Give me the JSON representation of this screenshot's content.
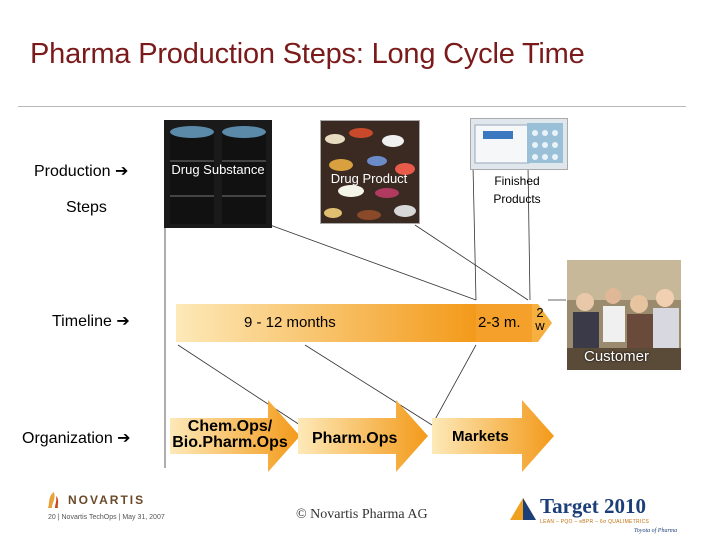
{
  "title": "Pharma Production Steps: Long Cycle Time",
  "rows": {
    "production_label": "Production",
    "steps_label": "Steps",
    "timeline_label": "Timeline",
    "organization_label": "Organization",
    "arrow_glyph": "➔"
  },
  "stages": {
    "drug_substance": "Drug Substance",
    "drug_product": "Drug Product",
    "finished_products": "Finished Products",
    "customer": "Customer"
  },
  "timeline": {
    "segment_1": "9 - 12 months",
    "segment_2": "2-3 m.",
    "segment_3": "2 w"
  },
  "organization": {
    "chemops": "Chem.Ops/ Bio.Pharm.Ops",
    "pharmops": "Pharm.Ops",
    "markets": "Markets"
  },
  "footer": {
    "logo_text": "NOVARTIS",
    "slide_info": "20 | Novartis TechOps | May 31, 2007",
    "copyright": "© Novartis Pharma AG",
    "target_title": "Target 2010",
    "target_subtitle": "LEAN – PQO – eBPR – 6σ QUALIMETRICS",
    "target_tagline": "Toyota of Pharma"
  },
  "colors": {
    "title": "#7a1a1a",
    "arrow_light": "#fde9b8",
    "arrow_dark": "#f39a1a",
    "target_blue": "#1c3f7a"
  }
}
